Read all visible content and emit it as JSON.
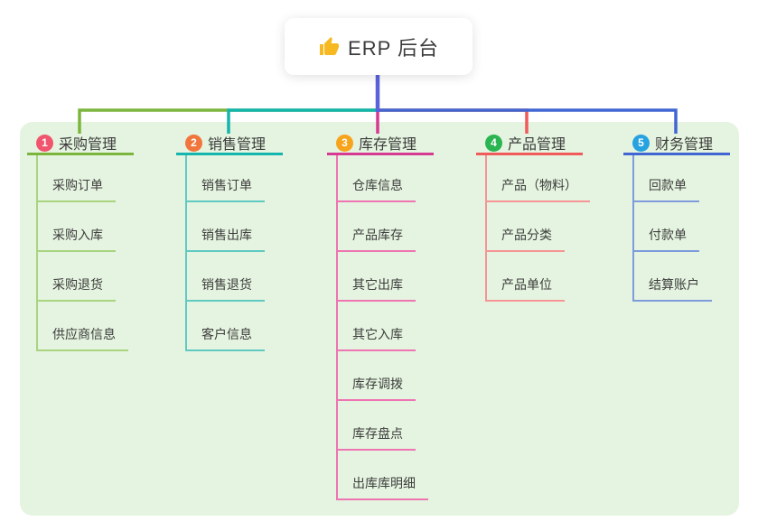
{
  "root": {
    "title": "ERP 后台",
    "icon": "thumbs-up-icon"
  },
  "canvas": {
    "background": "#ffffff",
    "panel_background": "#e5f4e0",
    "trunk_color": "#5a63d8",
    "text_color": "#3b3b3b"
  },
  "branches": [
    {
      "badge": "1",
      "label": "采购管理",
      "badge_color": "#f1556e",
      "line_color": "#7cb53e",
      "child_line_color": "#a9d47f",
      "children": [
        "采购订单",
        "采购入库",
        "采购退货",
        "供应商信息"
      ]
    },
    {
      "badge": "2",
      "label": "销售管理",
      "badge_color": "#f0763c",
      "line_color": "#14b5ad",
      "child_line_color": "#5fc9c2",
      "children": [
        "销售订单",
        "销售出库",
        "销售退货",
        "客户信息"
      ]
    },
    {
      "badge": "3",
      "label": "库存管理",
      "badge_color": "#f7a41d",
      "line_color": "#d63a92",
      "child_line_color": "#ee74b2",
      "children": [
        "仓库信息",
        "产品库存",
        "其它出库",
        "其它入库",
        "库存调拨",
        "库存盘点",
        "出库库明细"
      ]
    },
    {
      "badge": "4",
      "label": "产品管理",
      "badge_color": "#2bb552",
      "line_color": "#f15a5a",
      "child_line_color": "#f69595",
      "children": [
        "产品（物料）",
        "产品分类",
        "产品单位"
      ]
    },
    {
      "badge": "5",
      "label": "财务管理",
      "badge_color": "#27a2e0",
      "line_color": "#4166d2",
      "child_line_color": "#7e9cdc",
      "children": [
        "回款单",
        "付款单",
        "结算账户"
      ]
    }
  ]
}
